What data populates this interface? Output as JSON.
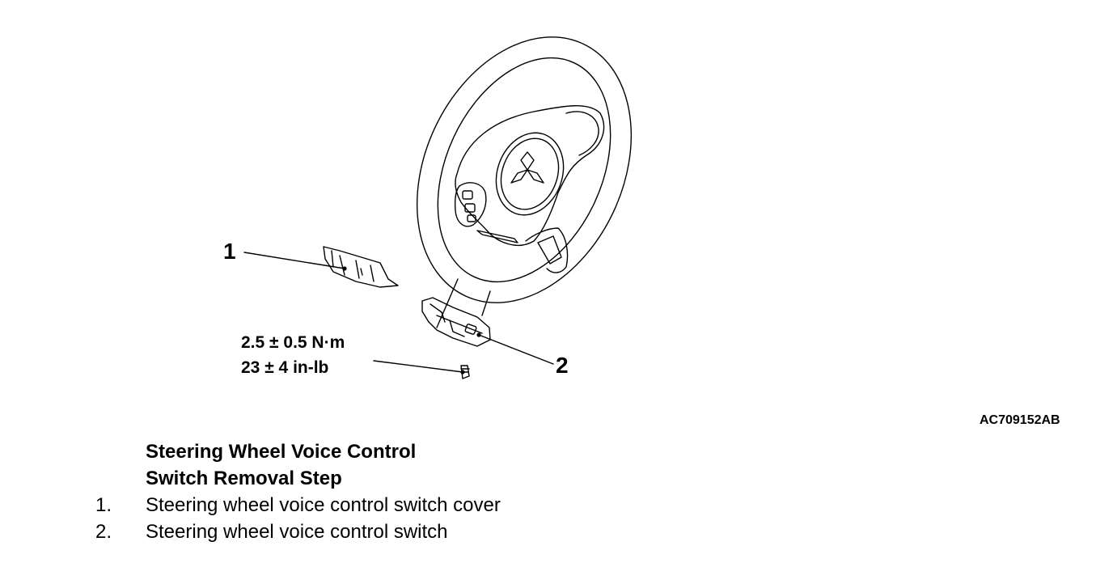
{
  "figure": {
    "id": "AC709152AB",
    "callouts": [
      "1",
      "2"
    ],
    "torque": {
      "metric": "2.5 ± 0.5 N·m",
      "imperial": "23 ± 4 in-lb"
    }
  },
  "legend": {
    "heading_line1": "Steering Wheel Voice Control",
    "heading_line2": "Switch Removal Step",
    "steps": [
      {
        "num": "1.",
        "text": "Steering wheel voice control switch cover"
      },
      {
        "num": "2.",
        "text": "Steering wheel voice control switch"
      }
    ]
  }
}
